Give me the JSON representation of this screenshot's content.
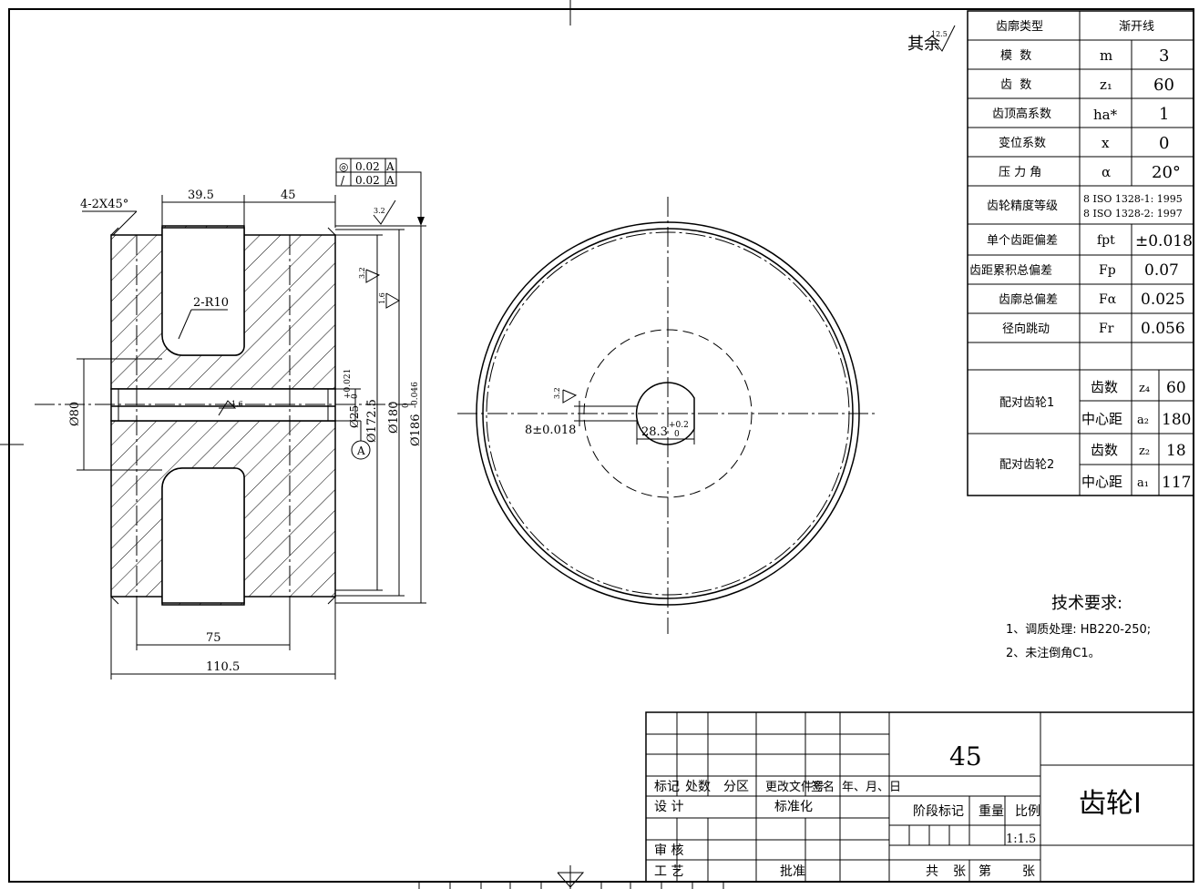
{
  "dims": {
    "chamfer": "4-2X45°",
    "d395": "39.5",
    "d45": "45",
    "r10": "2-R10",
    "d80": "Ø80",
    "d25": "Ø25",
    "d25_tol_up": "+0.021",
    "d25_tol_low": "0",
    "d1725": "Ø172.5",
    "d180": "Ø180",
    "d186": "Ø186",
    "d186_tol_up": "0",
    "d186_tol_low": "-0.046",
    "d75": "75",
    "d1105": "110.5",
    "datum_a": "A",
    "key_width": "8±0.018",
    "key_depth": "28.3",
    "key_depth_tol_up": "+0.2",
    "key_depth_tol_low": "0"
  },
  "gdt": [
    {
      "symbol": "◎",
      "value": "0.02",
      "datum": "A"
    },
    {
      "symbol": "/",
      "value": "0.02",
      "datum": "A"
    }
  ],
  "roughness": {
    "other": "其余",
    "other_value": "12.5",
    "r1": "3.2",
    "r2": "3.2",
    "r3": "1.6",
    "r4": "1.6",
    "r5": "3.2"
  },
  "gear_table": [
    {
      "label": "齿廓类型",
      "symbol": "",
      "value": "渐开线"
    },
    {
      "label": "模  数",
      "symbol": "m",
      "value": "3"
    },
    {
      "label": "齿  数",
      "symbol": "z₁",
      "value": "60"
    },
    {
      "label": "齿顶高系数",
      "symbol": "ha*",
      "value": "1"
    },
    {
      "label": "变位系数",
      "symbol": "x",
      "value": "0"
    },
    {
      "label": "压 力 角",
      "symbol": "α",
      "value": "20°"
    },
    {
      "label": "齿轮精度等级",
      "symbol": "",
      "value": "8  ISO 1328-1: 1995\n8  ISO 1328-2: 1997"
    },
    {
      "label": "单个齿距偏差",
      "symbol": "fpt",
      "value": "±0.018"
    },
    {
      "label": "齿距累积总偏差",
      "symbol": "Fp",
      "value": "0.07"
    },
    {
      "label": "齿廓总偏差",
      "symbol": "Fα",
      "value": "0.025"
    },
    {
      "label": "径向跳动",
      "symbol": "Fr",
      "value": "0.056"
    }
  ],
  "mating": [
    {
      "label": "配对齿轮1",
      "rows": [
        {
          "name": "齿数",
          "symbol": "z₄",
          "value": "60"
        },
        {
          "name": "中心距",
          "symbol": "a₂",
          "value": "180"
        }
      ]
    },
    {
      "label": "配对齿轮2",
      "rows": [
        {
          "name": "齿数",
          "symbol": "z₂",
          "value": "18"
        },
        {
          "name": "中心距",
          "symbol": "a₁",
          "value": "117"
        }
      ]
    }
  ],
  "requirements": {
    "title": "技术要求:",
    "items": [
      "1、调质处理: HB220-250;",
      "2、未注倒角C1。"
    ]
  },
  "title_block": {
    "material": "45",
    "part_name": "齿轮Ⅰ",
    "h_mark": "标记",
    "h_count": "处数",
    "h_zone": "分区",
    "h_doc": "更改文件号",
    "h_sign": "签名",
    "h_date": "年、月、日",
    "design": "设 计",
    "standard": "标准化",
    "stage": "阶段标记",
    "weight": "重量",
    "scale_label": "比例",
    "scale": "1:1.5",
    "review": "审 核",
    "process": "工 艺",
    "approve": "批准",
    "total": "共",
    "sheets": "张",
    "page": "第",
    "page_sheets": "张"
  }
}
